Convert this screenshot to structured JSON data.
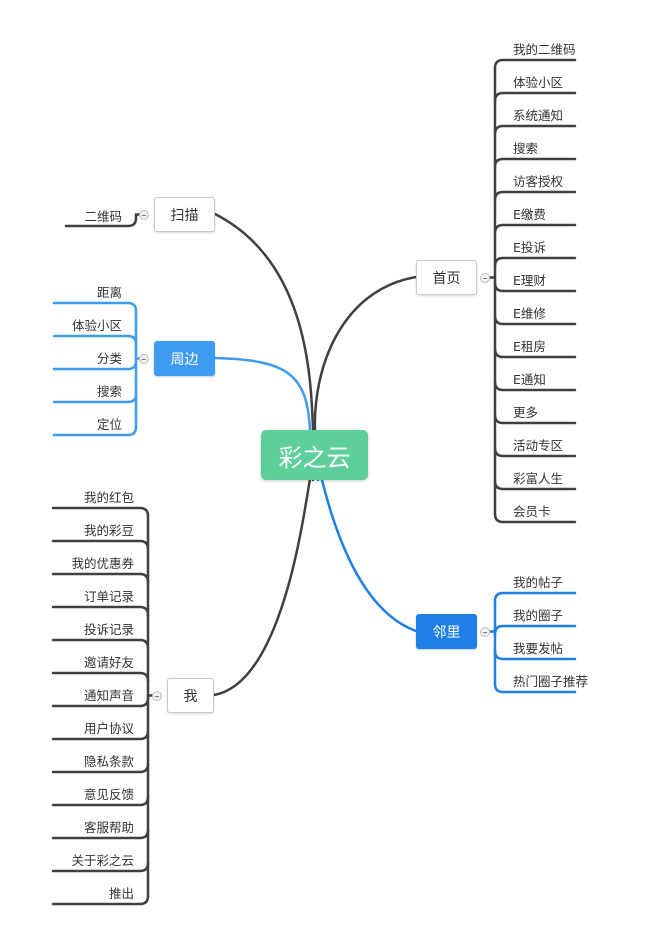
{
  "root": {
    "label": "彩之云"
  },
  "branches": [
    {
      "id": "saomiao",
      "label": "扫描",
      "leaves": [
        "二维码"
      ]
    },
    {
      "id": "zhoubian",
      "label": "周边",
      "leaves": [
        "距离",
        "体验小区",
        "分类",
        "搜索",
        "定位"
      ]
    },
    {
      "id": "wo",
      "label": "我",
      "leaves": [
        "我的红包",
        "我的彩豆",
        "我的优惠券",
        "订单记录",
        "投诉记录",
        "邀请好友",
        "通知声音",
        "用户协议",
        "隐私条款",
        "意见反馈",
        "客服帮助",
        "关于彩之云",
        "推出"
      ]
    },
    {
      "id": "shouye",
      "label": "首页",
      "leaves": [
        "我的二维码",
        "体验小区",
        "系统通知",
        "搜索",
        "访客授权",
        "E缴费",
        "E投诉",
        "E理财",
        "E维修",
        "E租房",
        "E通知",
        "更多",
        "活动专区",
        "彩富人生",
        "会员卡"
      ]
    },
    {
      "id": "linli",
      "label": "邻里",
      "leaves": [
        "我的帖子",
        "我的圈子",
        "我要发帖",
        "热门圈子推荐"
      ]
    }
  ],
  "colors": {
    "dark_line": "#404040",
    "blue_line": "#3f9bef",
    "dark_blue_line": "#1e7fe4",
    "root_fill": "#5ecf9b"
  }
}
